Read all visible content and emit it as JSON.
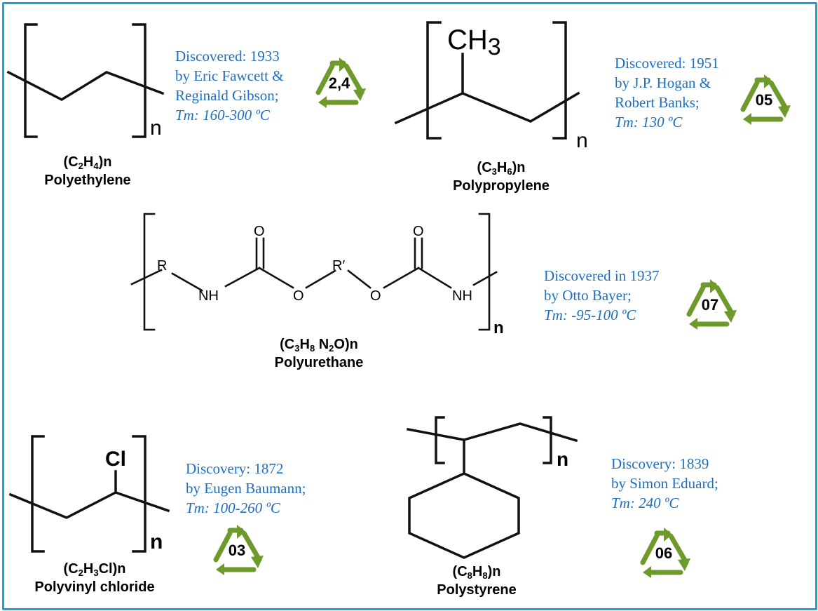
{
  "colors": {
    "frame": "#1aa2e0",
    "info_text": "#1f6fbf",
    "recycle": "#6e9a2b"
  },
  "polymers": [
    {
      "id": "polyethylene",
      "formula_parts": [
        "(C",
        "2",
        "H",
        "4",
        ")n"
      ],
      "name": "Polyethylene",
      "discovered": "Discovered: 1933",
      "by_1": "by Eric Fawcett &",
      "by_2": "Reginald Gibson;",
      "tm": "Tm: 160-300 ºC",
      "recycle_code": "2,4",
      "repeat_label": "n"
    },
    {
      "id": "polypropylene",
      "formula_parts": [
        "(C",
        "3",
        "H",
        "6",
        ")n"
      ],
      "name": "Polypropylene",
      "discovered": "Discovered: 1951",
      "by_1": "by J.P. Hogan &",
      "by_2": "Robert Banks;",
      "tm": "Tm: 130 ºC",
      "recycle_code": "05",
      "substituent": "CH",
      "substituent_sub": "3",
      "repeat_label": "n"
    },
    {
      "id": "polyurethane",
      "formula_parts": [
        "(C",
        "3",
        "H",
        "8",
        " N",
        "2",
        "O)n"
      ],
      "name": "Polyurethane",
      "discovered": "Discovered in 1937",
      "by_1": "by Otto Bayer;",
      "tm": "Tm: -95-100 ºC",
      "recycle_code": "07",
      "atoms": {
        "r": "R",
        "nh": "NH",
        "o": "O",
        "r_prime": "R′",
        "o2": "O",
        "nh2": "NH",
        "o_top1": "O",
        "o_top2": "O"
      },
      "repeat_label": "n"
    },
    {
      "id": "polyvinyl-chloride",
      "formula_parts": [
        "(C",
        "2",
        "H",
        "3",
        "Cl)n"
      ],
      "name": "Polyvinyl chloride",
      "discovered": "Discovery: 1872",
      "by_1": "by Eugen Baumann;",
      "tm": "Tm: 100-260 ºC",
      "recycle_code": "03",
      "substituent": "Cl",
      "repeat_label": "n"
    },
    {
      "id": "polystyrene",
      "formula_parts": [
        "(C",
        "8",
        "H",
        "8",
        ")n"
      ],
      "name": "Polystyrene",
      "discovered": "Discovery: 1839",
      "by_1": "by Simon Eduard;",
      "tm": "Tm: 240 ºC",
      "recycle_code": "06",
      "repeat_label": "n"
    }
  ]
}
